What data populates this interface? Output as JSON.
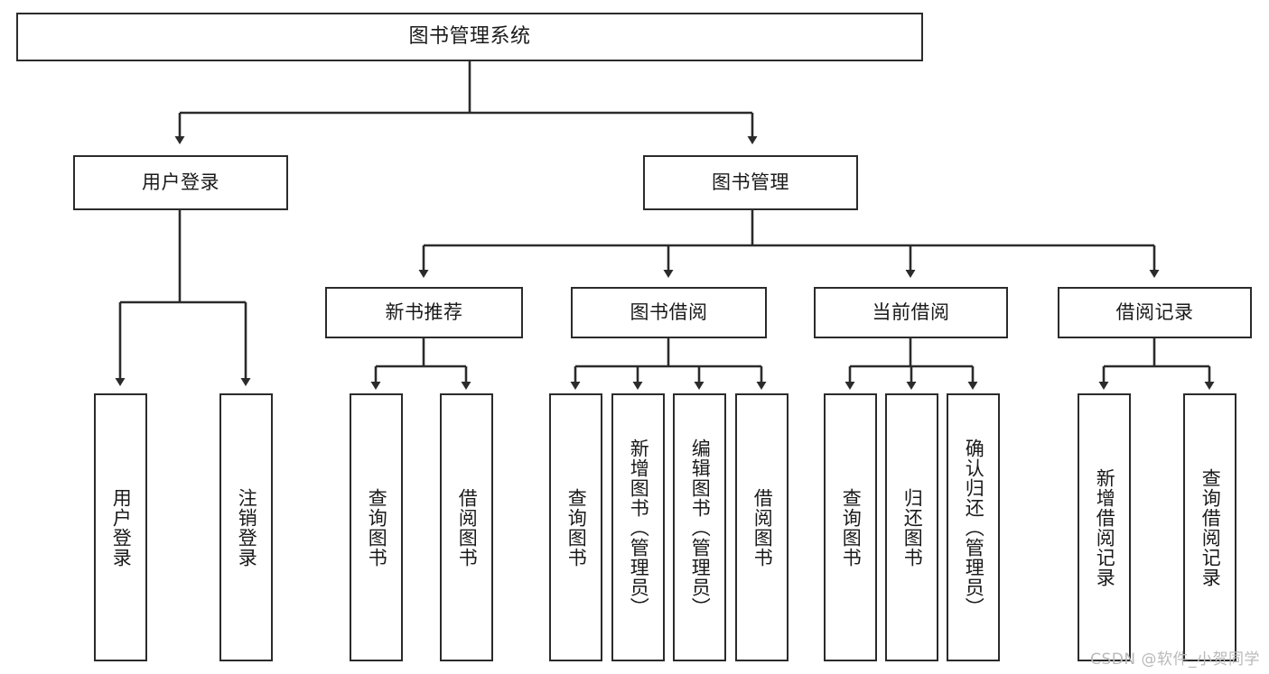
{
  "diagram": {
    "type": "tree",
    "title": "图书管理系统",
    "watermark": "CSDN @软件_小贺同学",
    "colors": {
      "stroke": "#2b2b2b",
      "fill": "#ffffff",
      "text": "#1a1a1a",
      "watermark": "#b9b9b9"
    },
    "levels": {
      "root": {
        "label": "图书管理系统"
      },
      "level2": [
        {
          "label": "用户登录"
        },
        {
          "label": "图书管理"
        }
      ],
      "level3": [
        {
          "label": "新书推荐"
        },
        {
          "label": "图书借阅"
        },
        {
          "label": "当前借阅"
        },
        {
          "label": "借阅记录"
        }
      ],
      "leaves": {
        "user_login": [
          {
            "label": "用户登录"
          },
          {
            "label": "注销登录"
          }
        ],
        "new_book_recommend": [
          {
            "label": "查询图书"
          },
          {
            "label": "借阅图书"
          }
        ],
        "book_borrow": [
          {
            "label": "查询图书"
          },
          {
            "label": "新增图书（管理员）"
          },
          {
            "label": "编辑图书（管理员）"
          },
          {
            "label": "借阅图书"
          }
        ],
        "current_borrow": [
          {
            "label": "查询图书"
          },
          {
            "label": "归还图书"
          },
          {
            "label": "确认归还（管理员）"
          }
        ],
        "borrow_record": [
          {
            "label": "新增借阅记录"
          },
          {
            "label": "查询借阅记录"
          }
        ]
      }
    }
  }
}
